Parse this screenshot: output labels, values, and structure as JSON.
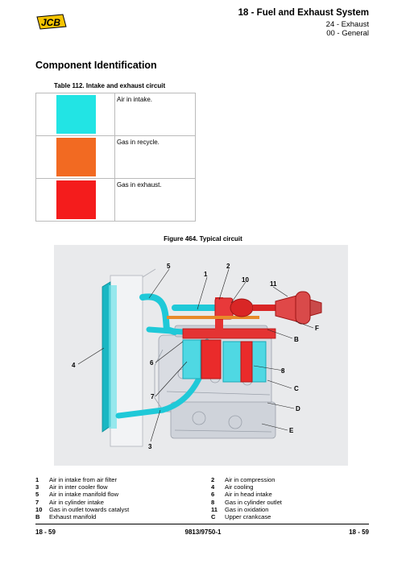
{
  "brand": "JCB",
  "header": {
    "title": "18 - Fuel and Exhaust System",
    "sub1": "24 - Exhaust",
    "sub2": "00 - General"
  },
  "section_title": "Component Identification",
  "table": {
    "caption": "Table 112. Intake and exhaust circuit",
    "rows": [
      {
        "color": "#22e4e4",
        "label": "Air in intake."
      },
      {
        "color": "#f26a22",
        "label": "Gas in recycle."
      },
      {
        "color": "#f41c1c",
        "label": "Gas in exhaust."
      }
    ]
  },
  "figure": {
    "caption": "Figure 464. Typical circuit",
    "callouts": [
      "1",
      "2",
      "3",
      "4",
      "5",
      "6",
      "7",
      "8",
      "10",
      "11",
      "B",
      "C",
      "D",
      "E",
      "F"
    ]
  },
  "legend": [
    {
      "num": "1",
      "text": "Air in intake from air filter"
    },
    {
      "num": "2",
      "text": "Air in compression"
    },
    {
      "num": "3",
      "text": "Air in inter cooler flow"
    },
    {
      "num": "4",
      "text": "Air cooling"
    },
    {
      "num": "5",
      "text": "Air in intake manifold flow"
    },
    {
      "num": "6",
      "text": "Air in head intake"
    },
    {
      "num": "7",
      "text": "Air in cylinder intake"
    },
    {
      "num": "8",
      "text": "Gas in cylinder outlet"
    },
    {
      "num": "10",
      "text": "Gas in outlet towards catalyst"
    },
    {
      "num": "11",
      "text": "Gas in oxidation"
    },
    {
      "num": "B",
      "text": "Exhaust manifold"
    },
    {
      "num": "C",
      "text": "Upper crankcase"
    }
  ],
  "footer": {
    "left": "18 - 59",
    "center": "9813/9750-1",
    "right": "18 - 59"
  }
}
